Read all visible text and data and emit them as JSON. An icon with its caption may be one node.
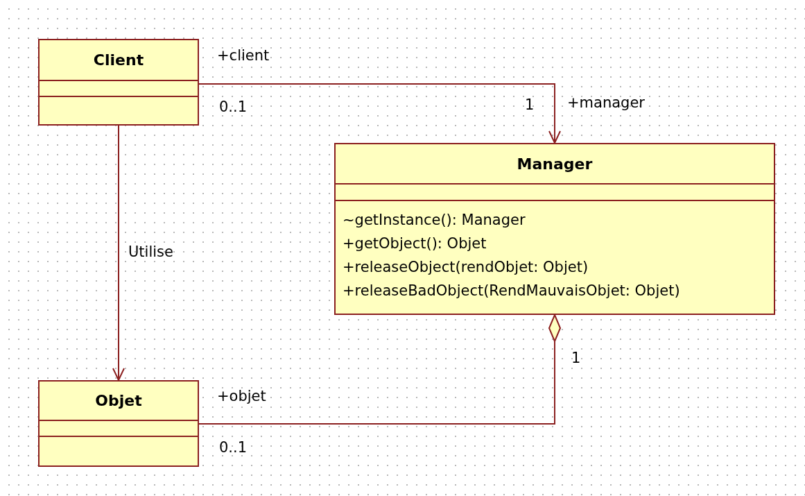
{
  "diagram": {
    "nodes": [
      {
        "text": [
          "Client"
        ]
      },
      {
        "text": [
          "Manager",
          "~getInstance(): Manager",
          "+getObject(): Objet",
          "+releaseObject(rendObjet: Objet)",
          "+releaseBadObject(RendMauvaisObjet: Objet)"
        ]
      },
      {
        "text": [
          "Objet"
        ]
      }
    ],
    "edges": [
      {
        "from": 0,
        "to": 1,
        "arrow": "to"
      },
      {
        "from": 0,
        "to": 2,
        "arrow": "to",
        "label": "Utilise"
      },
      {
        "from": 1,
        "to": 2,
        "arrow": "other"
      }
    ],
    "labels": [
      "+client",
      "0..1",
      "1",
      "+manager",
      "1",
      "+objet",
      "0..1"
    ]
  }
}
